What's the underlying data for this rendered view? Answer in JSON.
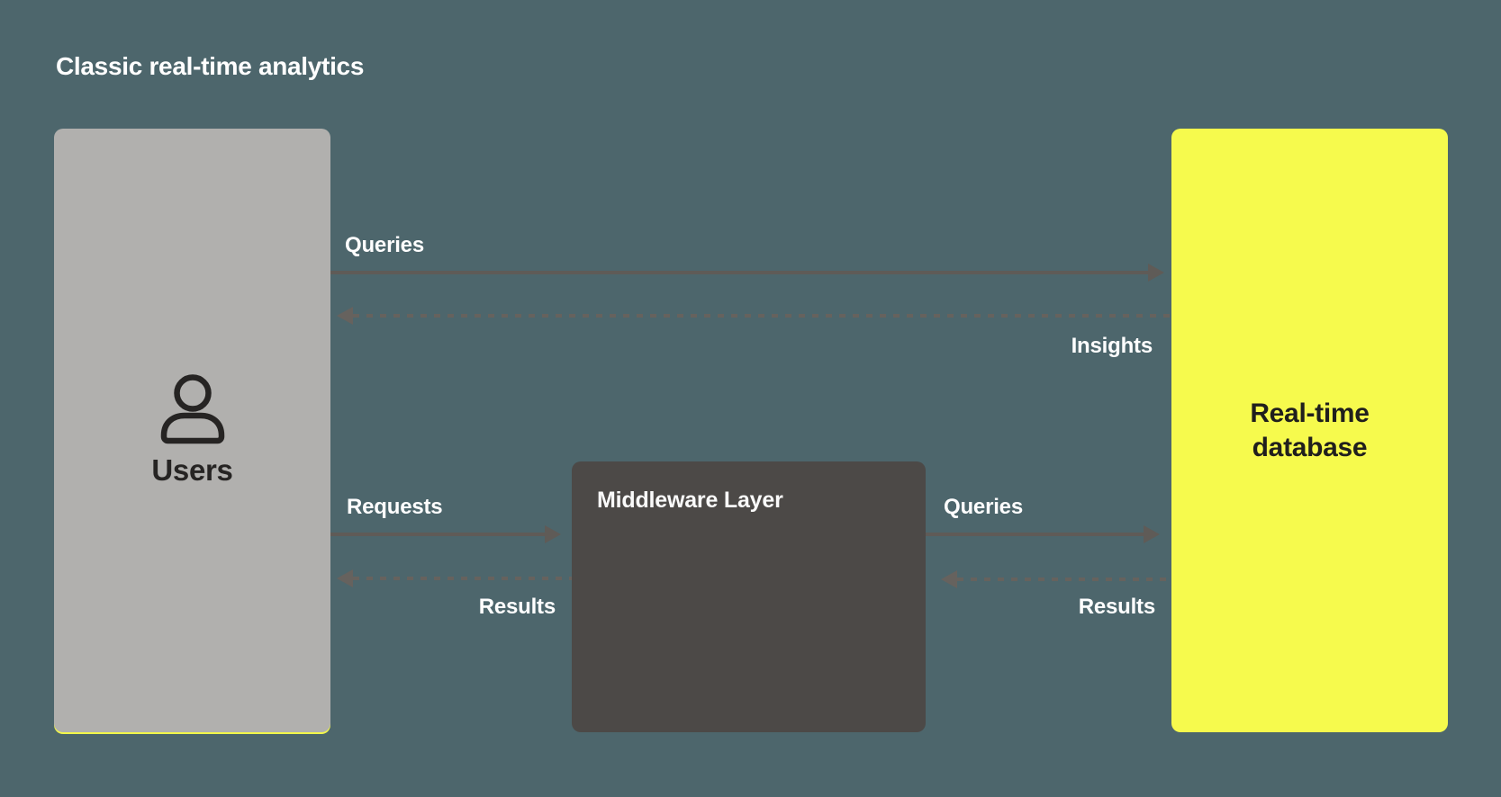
{
  "title": "Classic real-time analytics",
  "nodes": {
    "users": {
      "label": "Users",
      "icon": "person-icon",
      "color": "#b1b0ae"
    },
    "middleware": {
      "label": "Middleware Layer",
      "color": "#4c4947"
    },
    "database": {
      "label": "Real-time database",
      "color": "#f6fa4d"
    }
  },
  "arrows": {
    "users_to_database": {
      "label": "Queries",
      "style": "solid",
      "direction": "right"
    },
    "database_to_users": {
      "label": "Insights",
      "style": "dashed",
      "direction": "left"
    },
    "users_to_middleware": {
      "label": "Requests",
      "style": "solid",
      "direction": "right"
    },
    "middleware_to_users": {
      "label": "Results",
      "style": "dashed",
      "direction": "left"
    },
    "middleware_to_database": {
      "label": "Queries",
      "style": "solid",
      "direction": "right"
    },
    "database_to_middleware": {
      "label": "Results",
      "style": "dashed",
      "direction": "left"
    }
  },
  "colors": {
    "background": "#4d666c",
    "solid_arrow": "#5f5b57",
    "dashed_arrow": "#66625e",
    "label_text": "#ffffff",
    "users_text": "#262423",
    "database_text": "#201f1d",
    "users_box_accent": "#f2f64b"
  }
}
